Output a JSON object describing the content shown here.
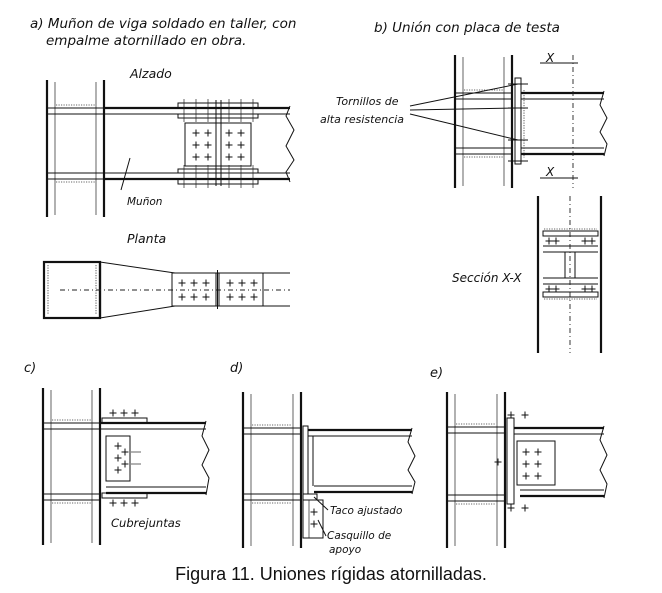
{
  "labels": {
    "a_title_line1": "a) Muñon de viga soldado en taller, con",
    "a_title_line2": "empalme atornillado en obra.",
    "alzado": "Alzado",
    "munon": "Muñon",
    "planta": "Planta",
    "b_title": "b) Unión con placa de testa",
    "tornillos_line1": "Tornillos de",
    "tornillos_line2": "alta resistencia",
    "x_top": "X",
    "x_bottom": "X",
    "seccion": "Sección X-X",
    "c_label": "c)",
    "d_label": "d)",
    "e_label": "e)",
    "cubrejuntas": "Cubrejuntas",
    "taco": "Taco ajustado",
    "casquillo_line1": "Casquillo de",
    "casquillo_line2": "apoyo"
  },
  "caption": "Figura 11. Uniones rígidas atornilladas."
}
